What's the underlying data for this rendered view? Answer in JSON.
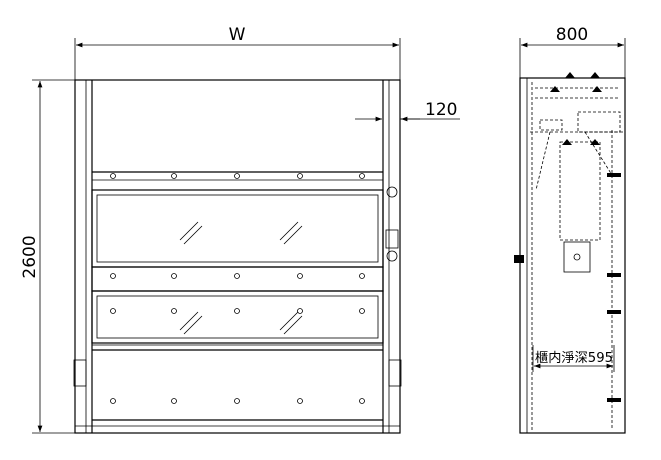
{
  "front_view": {
    "width_label": "W",
    "height_label": "2600",
    "post_width_label": "120"
  },
  "side_view": {
    "depth_label": "800",
    "inner_depth_label": "櫃内淨深595"
  }
}
